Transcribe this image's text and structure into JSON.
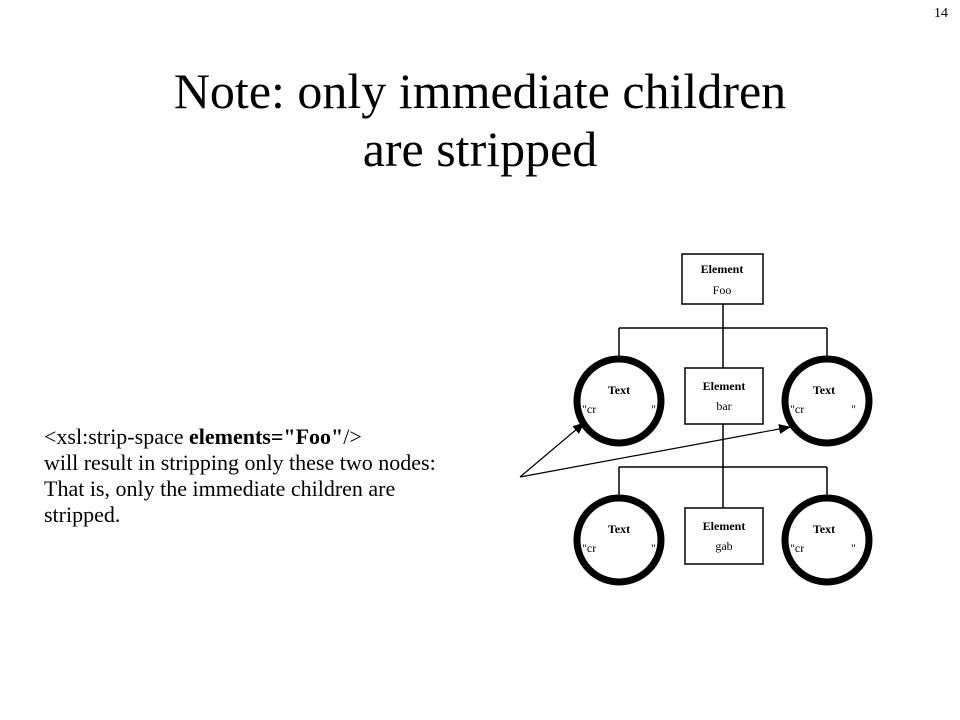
{
  "page_number": "14",
  "title": {
    "line1": "Note: only immediate children",
    "line2": "are stripped"
  },
  "body": {
    "code_prefix": "<xsl:strip-space ",
    "code_bold": "elements=\"Foo\"",
    "code_suffix": "/>",
    "line2": "will result in stripping only these two nodes:",
    "line3": "That is, only the immediate children are",
    "line4": "stripped."
  },
  "tree": {
    "root": {
      "type": "Element",
      "value": "Foo"
    },
    "level1": [
      {
        "type": "Text",
        "value_left": "\"cr",
        "value_right": "\""
      },
      {
        "type": "Element",
        "value": "bar"
      },
      {
        "type": "Text",
        "value_left": "\"cr",
        "value_right": "\""
      }
    ],
    "level2": [
      {
        "type": "Text",
        "value_left": "\"cr",
        "value_right": "\""
      },
      {
        "type": "Element",
        "value": "gab"
      },
      {
        "type": "Text",
        "value_left": "\"cr",
        "value_right": "\""
      }
    ]
  }
}
